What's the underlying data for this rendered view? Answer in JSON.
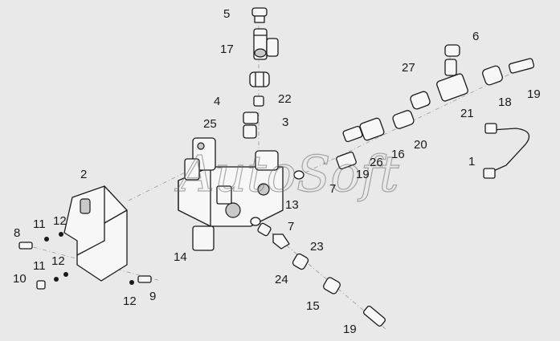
{
  "watermark": "AutoSoft",
  "callouts": [
    {
      "id": "c5",
      "text": "5"
    },
    {
      "id": "c17",
      "text": "17"
    },
    {
      "id": "c4",
      "text": "4"
    },
    {
      "id": "c22",
      "text": "22"
    },
    {
      "id": "c3",
      "text": "3"
    },
    {
      "id": "c25",
      "text": "25"
    },
    {
      "id": "c6",
      "text": "6"
    },
    {
      "id": "c27",
      "text": "27"
    },
    {
      "id": "c18",
      "text": "18"
    },
    {
      "id": "c19a",
      "text": "19"
    },
    {
      "id": "c21",
      "text": "21"
    },
    {
      "id": "c20",
      "text": "20"
    },
    {
      "id": "c16",
      "text": "16"
    },
    {
      "id": "c26",
      "text": "26"
    },
    {
      "id": "c19b",
      "text": "19"
    },
    {
      "id": "c1",
      "text": "1"
    },
    {
      "id": "c2",
      "text": "2"
    },
    {
      "id": "c7a",
      "text": "7"
    },
    {
      "id": "c13",
      "text": "13"
    },
    {
      "id": "c7b",
      "text": "7"
    },
    {
      "id": "c23",
      "text": "23"
    },
    {
      "id": "c24",
      "text": "24"
    },
    {
      "id": "c15",
      "text": "15"
    },
    {
      "id": "c19c",
      "text": "19"
    },
    {
      "id": "c14",
      "text": "14"
    },
    {
      "id": "c8",
      "text": "8"
    },
    {
      "id": "c11a",
      "text": "11"
    },
    {
      "id": "c12a",
      "text": "12"
    },
    {
      "id": "c11b",
      "text": "11"
    },
    {
      "id": "c12b",
      "text": "12"
    },
    {
      "id": "c10",
      "text": "10"
    },
    {
      "id": "c12c",
      "text": "12"
    },
    {
      "id": "c9",
      "text": "9"
    }
  ]
}
